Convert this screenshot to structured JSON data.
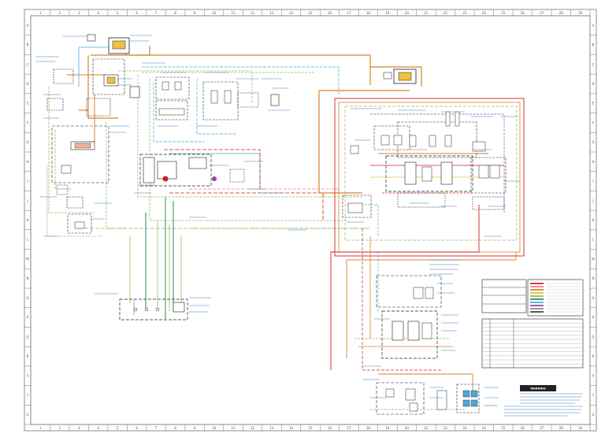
{
  "sheet": {
    "zone_columns": [
      "1",
      "2",
      "3",
      "4",
      "5",
      "6",
      "7",
      "8",
      "9",
      "10",
      "11",
      "12",
      "13",
      "14",
      "15",
      "16",
      "17",
      "18",
      "19",
      "20",
      "21",
      "22",
      "23",
      "24",
      "25",
      "26",
      "27",
      "28",
      "29"
    ],
    "zone_rows": [
      "A",
      "B",
      "C",
      "D",
      "E",
      "F",
      "G",
      "H",
      "I",
      "J",
      "K",
      "L",
      "M",
      "N",
      "O",
      "P",
      "Q",
      "R",
      "S",
      "T",
      "U"
    ]
  },
  "colors": {
    "pilot_orange": "#d9822b",
    "return_green": "#8fbf5a",
    "pressure_red": "#d02020",
    "supply_blue": "#4aa8d8",
    "drain_gray": "#8a8a8a",
    "load_sense_purple": "#9b3fb0",
    "label_blue": "#3a7fc0"
  },
  "legend_color_coding": {
    "rows": [
      "",
      "",
      "",
      "",
      "",
      "",
      "",
      "",
      "",
      ""
    ],
    "swatches": [
      "#d02020",
      "#f08080",
      "#d9822b",
      "#e6c02a",
      "#8fbf5a",
      "#2e8b57",
      "#4aa8d8",
      "#9b3fb0",
      "#8a8a8a",
      "#444444"
    ]
  },
  "warning_label": "WARNING",
  "components": [
    {
      "name": "top-valve-1"
    },
    {
      "name": "top-valve-2"
    }
  ]
}
